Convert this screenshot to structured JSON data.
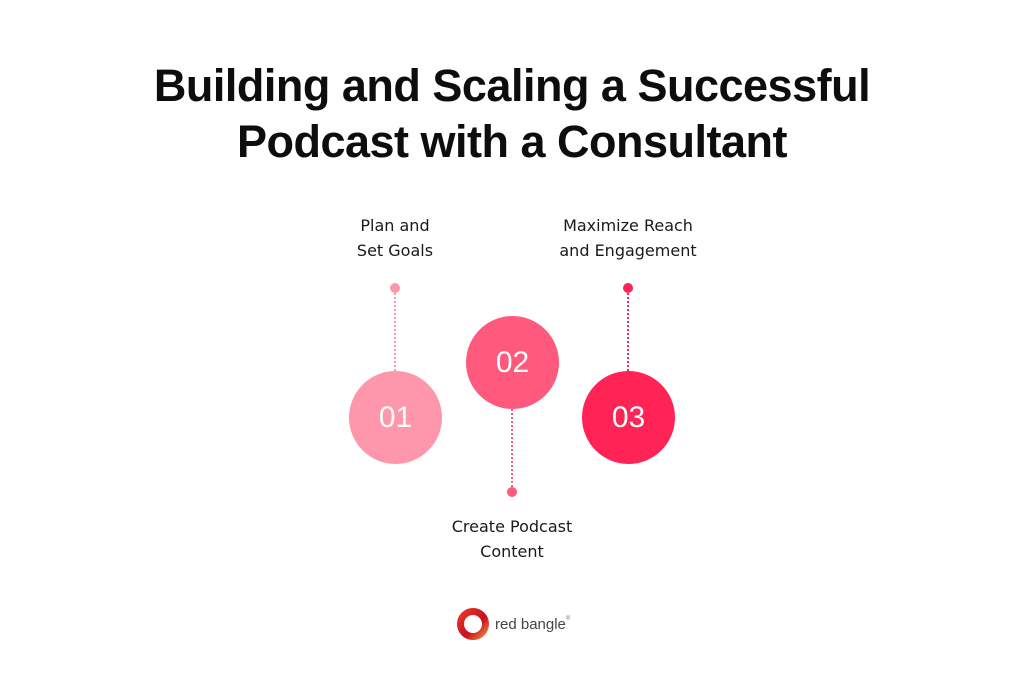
{
  "title": {
    "line1": "Building and Scaling a Successful",
    "line2": "Podcast with a Consultant"
  },
  "steps": [
    {
      "number": "01",
      "label_line1": "Plan and",
      "label_line2": "Set Goals",
      "color": "#FF97AC"
    },
    {
      "number": "02",
      "label_line1": "Create Podcast",
      "label_line2": "Content",
      "color": "#FF5A7D"
    },
    {
      "number": "03",
      "label_line1": "Maximize Reach",
      "label_line2": "and Engagement",
      "color": "#FF2356"
    }
  ],
  "logo": {
    "text": "red bangle",
    "registered": "®"
  }
}
